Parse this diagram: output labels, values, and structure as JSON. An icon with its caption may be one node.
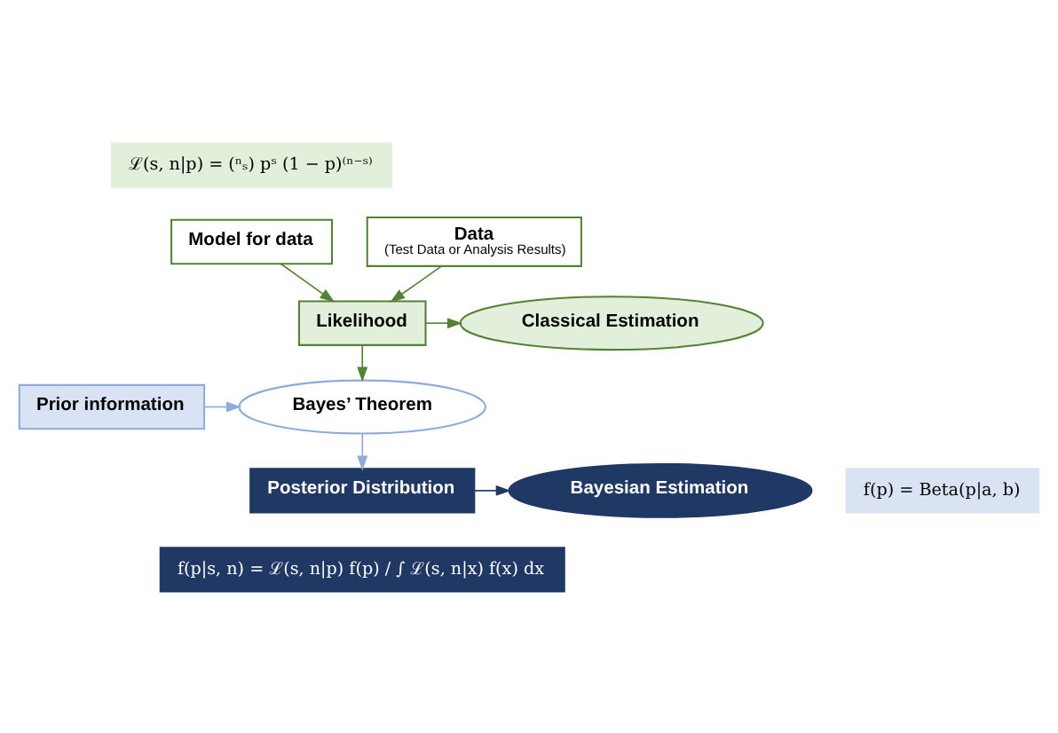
{
  "diagram": {
    "nodes": [
      {
        "text": [
          "ℒ(s, n|p) = (ⁿₛ) pˢ (1 − p)⁽ⁿ⁻ˢ⁾"
        ]
      },
      {
        "text": [
          "Model for data"
        ]
      },
      {
        "text": [
          "Data",
          "(Test Data or Analysis Results)"
        ]
      },
      {
        "text": [
          "Likelihood"
        ]
      },
      {
        "text": [
          "Classical Estimation"
        ]
      },
      {
        "text": [
          "Prior information"
        ]
      },
      {
        "text": [
          "Bayes’ Theorem"
        ]
      },
      {
        "text": [
          "f(p) = Beta(p|a, b)"
        ]
      },
      {
        "text": [
          "Posterior Distribution"
        ]
      },
      {
        "text": [
          "Bayesian Estimation"
        ]
      },
      {
        "text": [
          "f(p|s, n) = ℒ(s, n|p) f(p) / ∫ ℒ(s, n|x) f(x) dx"
        ]
      }
    ],
    "edges": [
      {
        "from": 1,
        "to": 3,
        "arrow": "to"
      },
      {
        "from": 2,
        "to": 3,
        "arrow": "to"
      },
      {
        "from": 3,
        "to": 4,
        "arrow": "to"
      },
      {
        "from": 3,
        "to": 6,
        "arrow": "to"
      },
      {
        "from": 5,
        "to": 6,
        "arrow": "to",
        "color": "#8faadc"
      },
      {
        "from": 6,
        "to": 8,
        "arrow": "to",
        "color": "#8faadc"
      },
      {
        "from": 8,
        "to": 9,
        "arrow": "to",
        "color": "#1f3864"
      }
    ]
  }
}
